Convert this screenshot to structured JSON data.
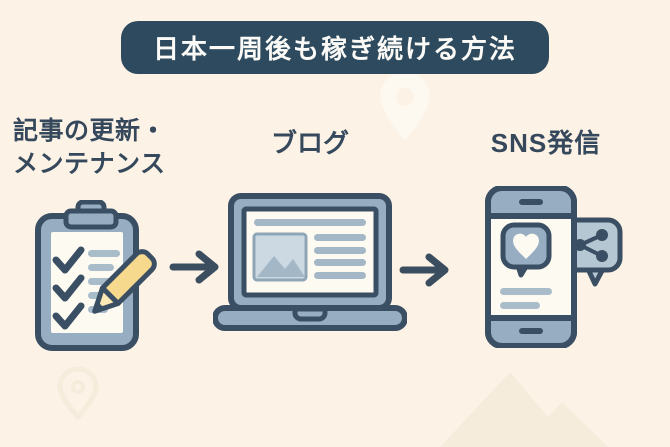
{
  "header": {
    "title": "日本一周後も稼ぎ続ける方法",
    "background_color": "#2d4a5e",
    "text_color": "#fbfaf6"
  },
  "flow": {
    "steps": [
      {
        "id": "maintenance",
        "label": "記事の更新・\nメンテナンス",
        "icon": "clipboard-checklist-pencil-icon"
      },
      {
        "id": "blog",
        "label": "ブログ",
        "icon": "laptop-blog-page-icon"
      },
      {
        "id": "sns",
        "label": "SNS発信",
        "icon": "smartphone-heart-share-icon"
      }
    ],
    "arrow_icon": "arrow-right-icon"
  },
  "colors": {
    "background": "#fcf2e6",
    "label_text": "#36495c",
    "arrow": "#3b4e60",
    "icon_outline": "#3a4f63",
    "icon_fill_blue": "#97aec2",
    "icon_fill_light_blue": "#c9d6e0",
    "icon_line_gray": "#a9bcc9",
    "pencil_yellow": "#f7d98e",
    "pencil_wood": "#fce8b4",
    "paper_white": "#fdfaf2",
    "bubble_light": "#b6c7d4",
    "watermark_dark": "#f6ecdc",
    "watermark_light": "#fdf8f0"
  }
}
